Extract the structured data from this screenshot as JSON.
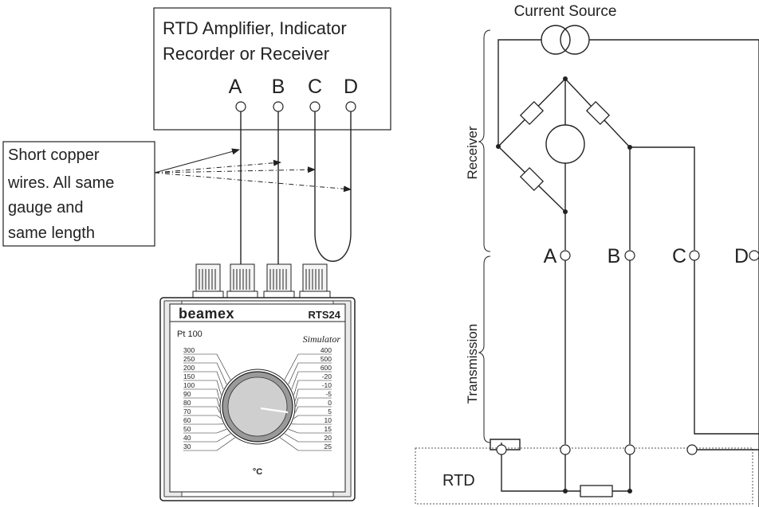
{
  "instrument_box": {
    "title_line1": "RTD Amplifier, Indicator",
    "title_line2": "Recorder or Receiver",
    "terminals": [
      "A",
      "B",
      "C",
      "D"
    ]
  },
  "callout": {
    "lines": [
      "Short copper",
      "wires. All same",
      "gauge and",
      "same length"
    ]
  },
  "simulator": {
    "brand": "beamex",
    "model": "RTS24",
    "sensor_type": "Pt 100",
    "label": "Simulator",
    "unit": "°C",
    "left_scale": [
      "300",
      "250",
      "200",
      "150",
      "100",
      "90",
      "80",
      "70",
      "60",
      "50",
      "40",
      "30"
    ],
    "right_scale": [
      "400",
      "500",
      "600",
      "-20",
      "-10",
      "-5",
      "0",
      "5",
      "10",
      "15",
      "20",
      "25"
    ]
  },
  "schematic": {
    "current_source_label": "Current Source",
    "section_receiver": "Receiver",
    "section_transmission": "Transmission",
    "terminals": [
      "A",
      "B",
      "C",
      "D"
    ],
    "rtd_label": "RTD"
  }
}
